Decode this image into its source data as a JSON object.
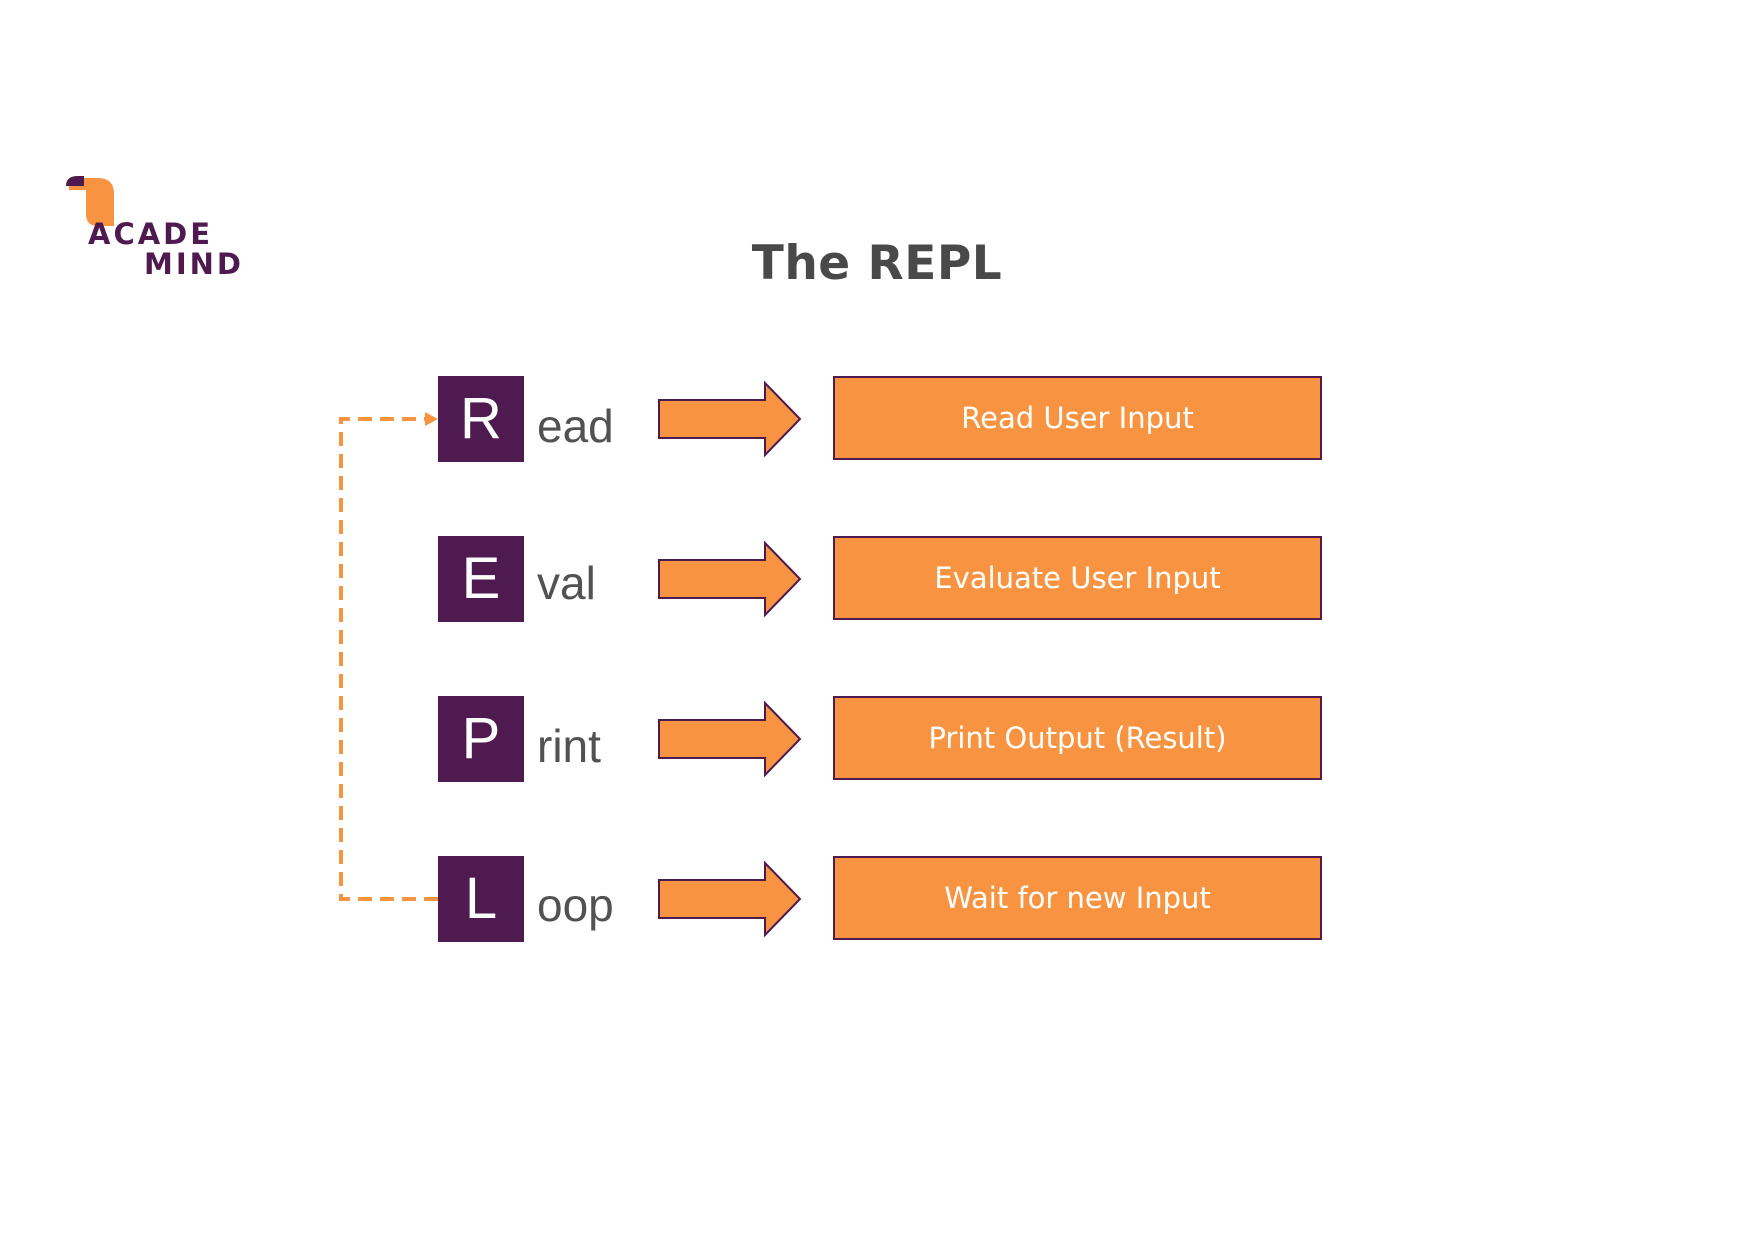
{
  "logo": {
    "line1": "ACADE",
    "line2": "MIND"
  },
  "title": "The REPL",
  "colors": {
    "brand_purple": "#4e1a4f",
    "brand_orange": "#f89441",
    "title_gray": "#494949",
    "text_gray": "#525252"
  },
  "steps": [
    {
      "letter": "R",
      "rest": "ead",
      "description": "Read User Input"
    },
    {
      "letter": "E",
      "rest": "val",
      "description": "Evaluate User Input"
    },
    {
      "letter": "P",
      "rest": "rint",
      "description": "Print Output (Result)"
    },
    {
      "letter": "L",
      "rest": "oop",
      "description": "Wait for new Input"
    }
  ]
}
